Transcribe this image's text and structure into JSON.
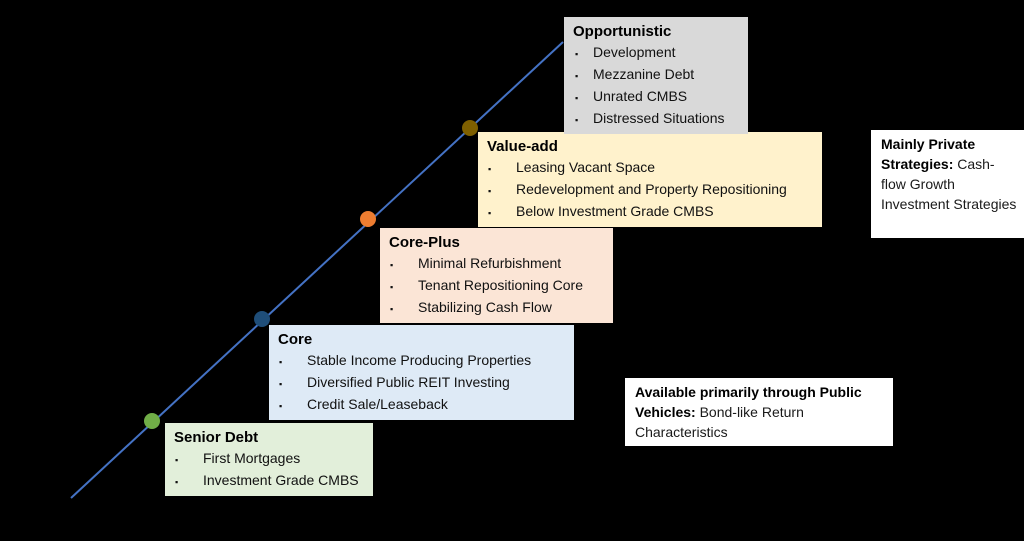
{
  "diagram": {
    "background_color": "#000000",
    "line_color": "#4472C4",
    "bullet_char": "▪",
    "stages": [
      {
        "key": "senior-debt",
        "title": "Senior Debt",
        "items": [
          "First Mortgages",
          "Investment Grade CMBS"
        ],
        "box_color": "#E2EFDA",
        "dot_color": "#70AD47"
      },
      {
        "key": "core",
        "title": "Core",
        "items": [
          "Stable Income Producing Properties",
          "Diversified Public REIT Investing",
          "Credit Sale/Leaseback"
        ],
        "box_color": "#DEEAF6",
        "dot_color": "#1F4E79"
      },
      {
        "key": "core-plus",
        "title": "Core-Plus",
        "items": [
          "Minimal Refurbishment",
          "Tenant Repositioning Core",
          "Stabilizing Cash Flow"
        ],
        "box_color": "#FBE5D6",
        "dot_color": "#ED7D31"
      },
      {
        "key": "value-add",
        "title": "Value-add",
        "items": [
          "Leasing Vacant Space",
          "Redevelopment and Property Repositioning",
          "Below Investment Grade CMBS"
        ],
        "box_color": "#FFF2CC",
        "dot_color": "#7F6000"
      },
      {
        "key": "opportunistic",
        "title": "Opportunistic",
        "items": [
          "Development",
          "Mezzanine Debt",
          "Unrated CMBS",
          "Distressed Situations"
        ],
        "box_color": "#D9D9D9",
        "dot_color": null
      }
    ],
    "notes": [
      {
        "lead": "Mainly Private Strategies:",
        "rest": " Cash-flow Growth Investment Strategies"
      },
      {
        "lead": "Available primarily through Public Vehicles:",
        "rest": " Bond-like Return Characteristics"
      }
    ]
  }
}
